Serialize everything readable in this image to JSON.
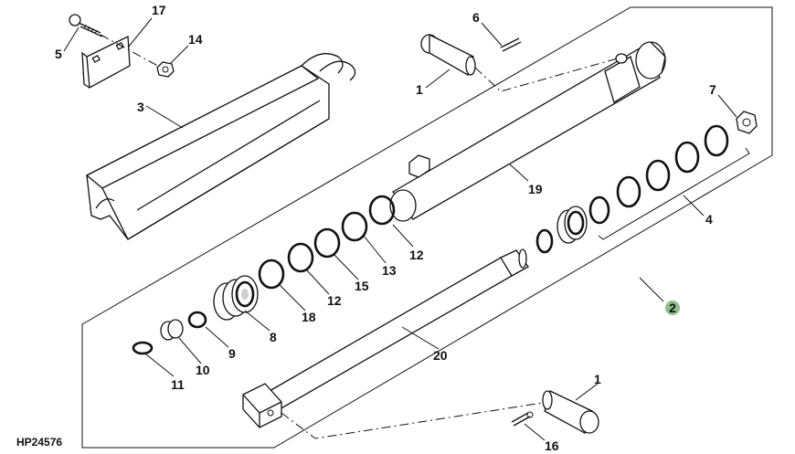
{
  "figure_id": "HP24576",
  "callouts": {
    "c1_top": "1",
    "c1_bottom": "1",
    "c2": "2",
    "c3": "3",
    "c4": "4",
    "c5": "5",
    "c6": "6",
    "c7": "7",
    "c8": "8",
    "c9": "9",
    "c10": "10",
    "c11": "11",
    "c12_upper": "12",
    "c12_lower": "12",
    "c13": "13",
    "c14": "14",
    "c15": "15",
    "c16": "16",
    "c17": "17",
    "c18": "18",
    "c19": "19",
    "c20": "20"
  },
  "colors": {
    "line": "#111111",
    "assembly_badge": "#8fbf8a"
  }
}
